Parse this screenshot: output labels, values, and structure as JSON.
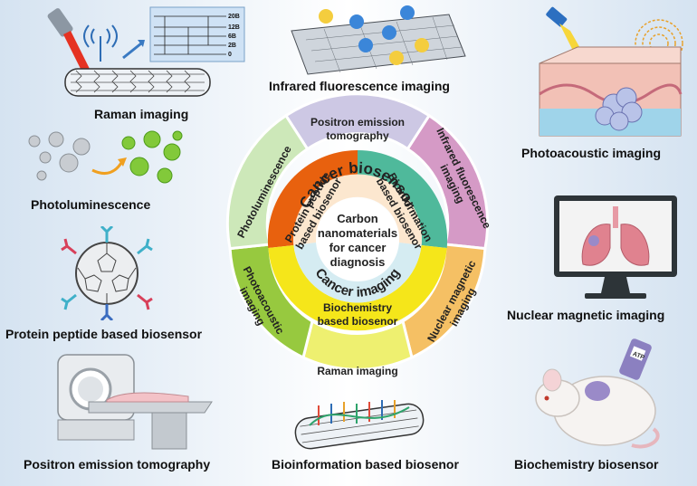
{
  "center": {
    "line1": "Carbon",
    "line2": "nanomaterials",
    "line3": "for cancer",
    "line4": "diagnosis"
  },
  "inner_ring": {
    "top": "Cancer biosensor",
    "bottom": "Cancer imaging"
  },
  "middle_ring": [
    {
      "line1": "Protein peptide",
      "line2": "based biosenor",
      "color": "#e8610e"
    },
    {
      "line1": "Bioinformation",
      "line2": "based biosenor",
      "color": "#4fb99b"
    },
    {
      "line1": "Biochemistry",
      "line2": "based biosenor",
      "color": "#f5e61a"
    }
  ],
  "outer_ring": [
    {
      "line1": "Positron emission",
      "line2": "tomography",
      "color": "#cdc8e4"
    },
    {
      "line1": "Infrared fluorescence",
      "line2": "imaging",
      "color": "#d59ac6"
    },
    {
      "line1": "Nuclear magnetic",
      "line2": "imaging",
      "color": "#f5c064"
    },
    {
      "line1": "Raman imaging",
      "line2": "",
      "color": "#eef070"
    },
    {
      "line1": "Photoacoustic",
      "line2": "imaging",
      "color": "#97c93f"
    },
    {
      "line1": "Photoluminescence",
      "line2": "",
      "color": "#cde8b9"
    }
  ],
  "captions": {
    "raman": "Raman imaging",
    "infrared": "Infrared fluorescence imaging",
    "photoacoustic": "Photoacoustic imaging",
    "photoluminescence": "Photoluminescence",
    "nmr": "Nuclear magnetic imaging",
    "protein": "Protein peptide based biosensor",
    "pet": "Positron emission tomography",
    "bioinfo": "Bioinformation based biosenor",
    "biochem": "Biochemistry biosensor"
  },
  "raman_levels": [
    "20B",
    "12B",
    "6B",
    "2B",
    "0"
  ],
  "atp_label": "ATP"
}
